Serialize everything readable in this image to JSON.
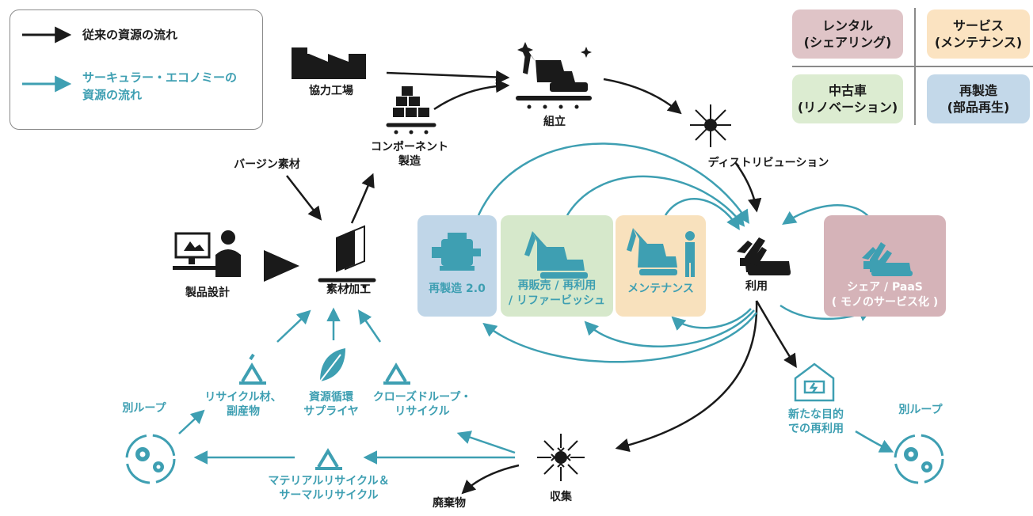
{
  "legend": {
    "traditional": "従来の資源の流れ",
    "circular_line1": "サーキュラー・エコノミーの",
    "circular_line2": "資源の流れ"
  },
  "quadrants": {
    "rental_line1": "レンタル",
    "rental_line2": "(シェアリング)",
    "service_line1": "サービス",
    "service_line2": "(メンテナンス)",
    "used_line1": "中古車",
    "used_line2": "(リノベーション)",
    "reman_line1": "再製造",
    "reman_line2": "(部品再生)"
  },
  "nodes": {
    "partner_factory": "協力工場",
    "assembly": "組立",
    "distribution": "ディストリビューション",
    "virgin_material": "バージン素材",
    "component_line1": "コンポーネント",
    "component_line2": "製造",
    "product_design": "製品設計",
    "material_processing": "素材加工",
    "use": "利用",
    "collection": "収集",
    "waste": "廃棄物"
  },
  "panels": {
    "reman": "再製造 2.0",
    "resale_line1": "再販売 / 再利用",
    "resale_line2": "/ リファービッシュ",
    "maintenance": "メンテナンス",
    "share_line1": "シェア / PaaS",
    "share_line2": "( モノのサービス化 )"
  },
  "circular_labels": {
    "other_loop_left": "別ループ",
    "other_loop_right": "別ループ",
    "recycled_line1": "リサイクル材、",
    "recycled_line2": "副産物",
    "supplier_line1": "資源循環",
    "supplier_line2": "サプライヤ",
    "closed_line1": "クローズドループ・",
    "closed_line2": "リサイクル",
    "material_recycle_line1": "マテリアルリサイクル＆",
    "material_recycle_line2": "サーマルリサイクル",
    "new_purpose_line1": "新たな目的",
    "new_purpose_line2": "での再利用"
  },
  "colors": {
    "teal": "#3e9fb2",
    "black": "#1a1a1a",
    "rental_bg": "#dfc4c7",
    "service_bg": "#fbe3c1",
    "used_bg": "#dcecd1",
    "reman_bg": "#c3d8e9",
    "share_panel": "#d5b3b8",
    "maintenance_panel": "#f8e1bd",
    "resale_panel": "#d6e8cb",
    "reman_panel": "#c0d6e8"
  },
  "icons": [
    "factory-icon",
    "excavator-icon",
    "distribution-icon",
    "cubes-icon",
    "designer-icon",
    "material-sheets-icon",
    "excavator-fleet-icon",
    "collection-icon",
    "recycle-icon",
    "leaf-icon",
    "gear-loop-icon",
    "house-battery-icon",
    "motor-icon",
    "worker-icon"
  ]
}
